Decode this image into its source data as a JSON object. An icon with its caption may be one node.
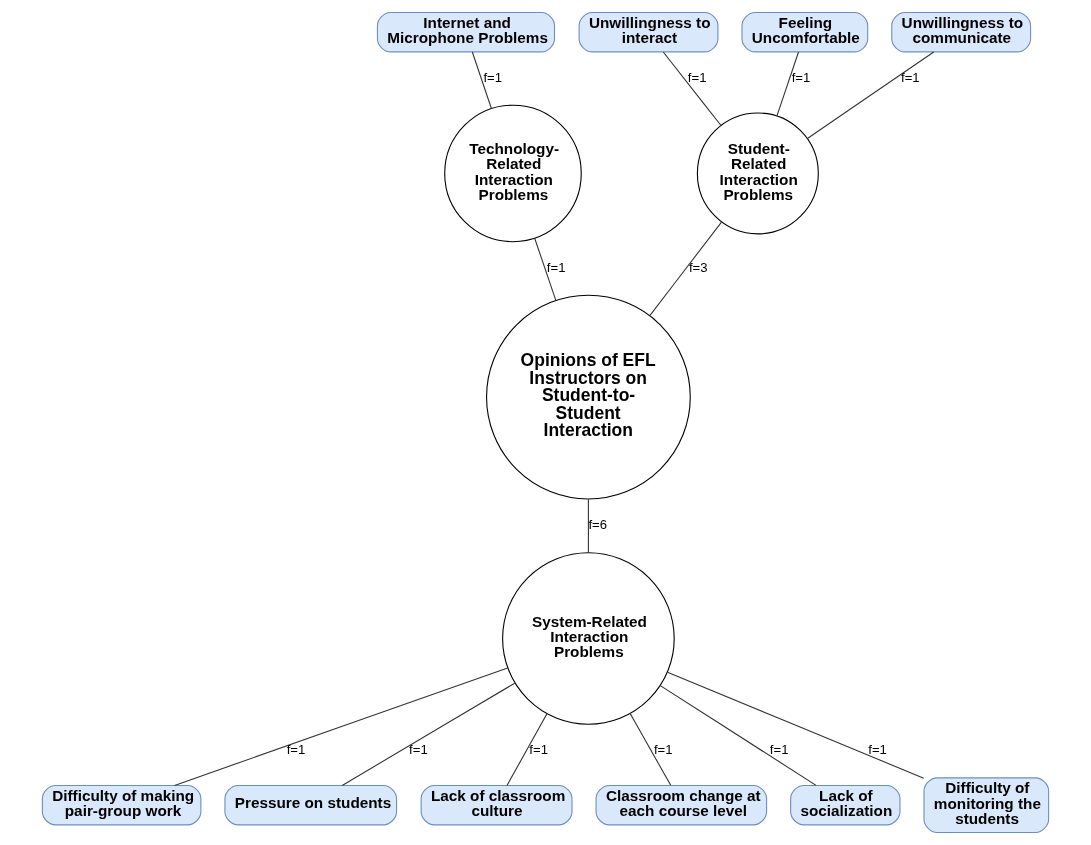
{
  "diagram": {
    "nodes": [
      {
        "text": [
          "Unwillingness to communicate"
        ]
      },
      {
        "text": [
          "Unwillingness to interact"
        ]
      },
      {
        "text": [
          "Feeling Uncomfortable"
        ]
      },
      {
        "text": [
          "Internet and Microphone Problems"
        ]
      },
      {
        "text": [
          "Student-Related Interaction Problems"
        ]
      },
      {
        "text": [
          "Technology-Related Interaction Problems"
        ]
      },
      {
        "text": [
          "Opinions of EFL Instructors on Student-to-Student Interaction"
        ]
      },
      {
        "text": [
          "System-Related Interaction Problems"
        ]
      },
      {
        "text": [
          "Difficulty of making pair-group work"
        ]
      },
      {
        "text": [
          "Pressure on students"
        ]
      },
      {
        "text": [
          "Lack of classroom culture"
        ]
      },
      {
        "text": [
          "Classroom change at each course level"
        ]
      },
      {
        "text": [
          "Lack of socialization"
        ]
      },
      {
        "text": [
          "Difficulty of monitoring the students"
        ]
      }
    ],
    "edges": [
      {
        "from": 0,
        "to": 4,
        "arrow": "none",
        "label": "f=1"
      },
      {
        "from": 1,
        "to": 4,
        "arrow": "none",
        "label": "f=1"
      },
      {
        "from": 2,
        "to": 4,
        "arrow": "none",
        "label": "f=1"
      },
      {
        "from": 3,
        "to": 5,
        "arrow": "none",
        "label": "f=1"
      },
      {
        "from": 4,
        "to": 6,
        "arrow": "none",
        "label": "f=3"
      },
      {
        "from": 5,
        "to": 6,
        "arrow": "none",
        "label": "f=1"
      },
      {
        "from": 6,
        "to": 7,
        "arrow": "none",
        "label": "f=6"
      },
      {
        "from": 7,
        "to": 8,
        "arrow": "none",
        "label": "f=1"
      },
      {
        "from": 7,
        "to": 9,
        "arrow": "none",
        "label": "f=1"
      },
      {
        "from": 7,
        "to": 10,
        "arrow": "none",
        "label": "f=1"
      },
      {
        "from": 7,
        "to": 11,
        "arrow": "none",
        "label": "f=1"
      },
      {
        "from": 7,
        "to": 12,
        "arrow": "none",
        "label": "f=1"
      },
      {
        "from": 7,
        "to": 13,
        "arrow": "none",
        "label": "f=1"
      }
    ]
  }
}
